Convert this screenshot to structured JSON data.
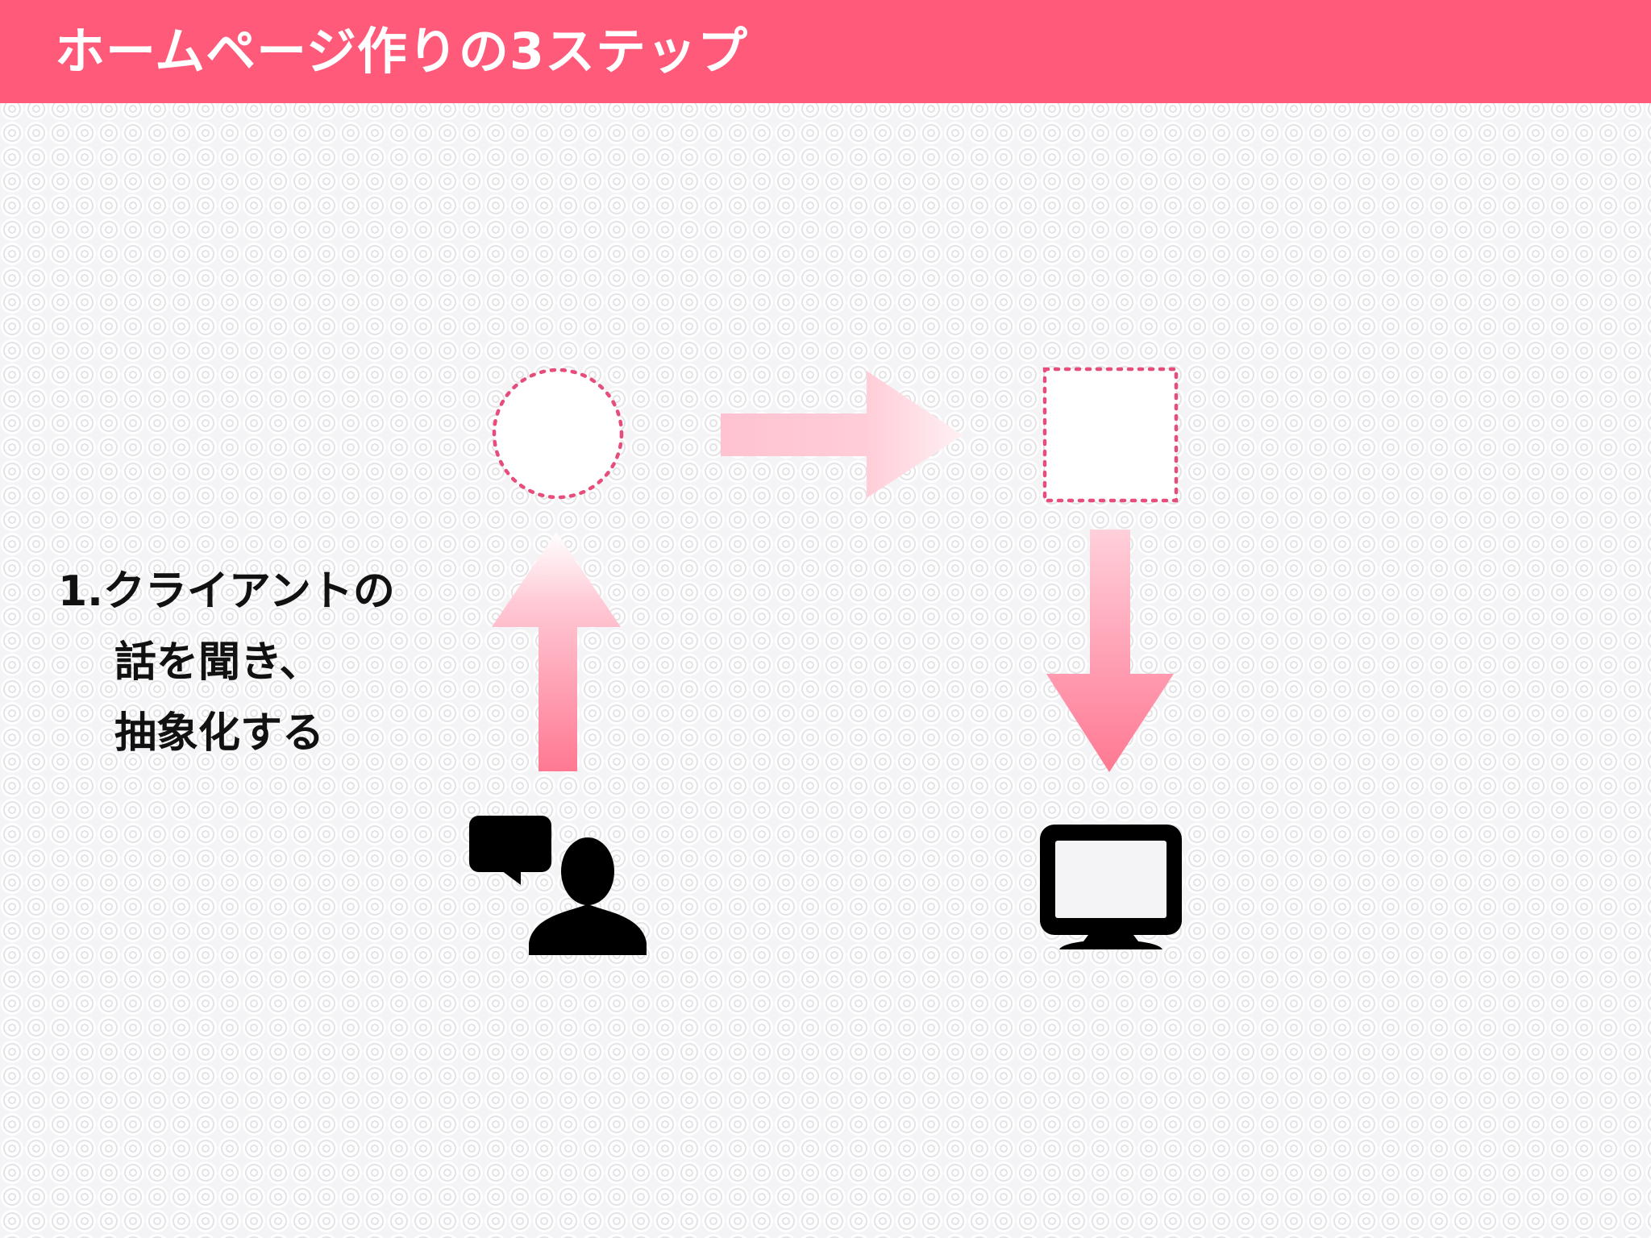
{
  "header": {
    "title": "ホームページ作りの3ステップ",
    "background_color": "#ff5a7a",
    "text_color": "#ffffff"
  },
  "step1": {
    "line1": "1.クライアントの",
    "line2": "話を聞き、",
    "line3": "抽象化する"
  },
  "diagram": {
    "accent_color": "#e64d7a",
    "arrow_color": "#ff7892",
    "icons": [
      "chat-person-icon",
      "monitor-icon"
    ]
  }
}
